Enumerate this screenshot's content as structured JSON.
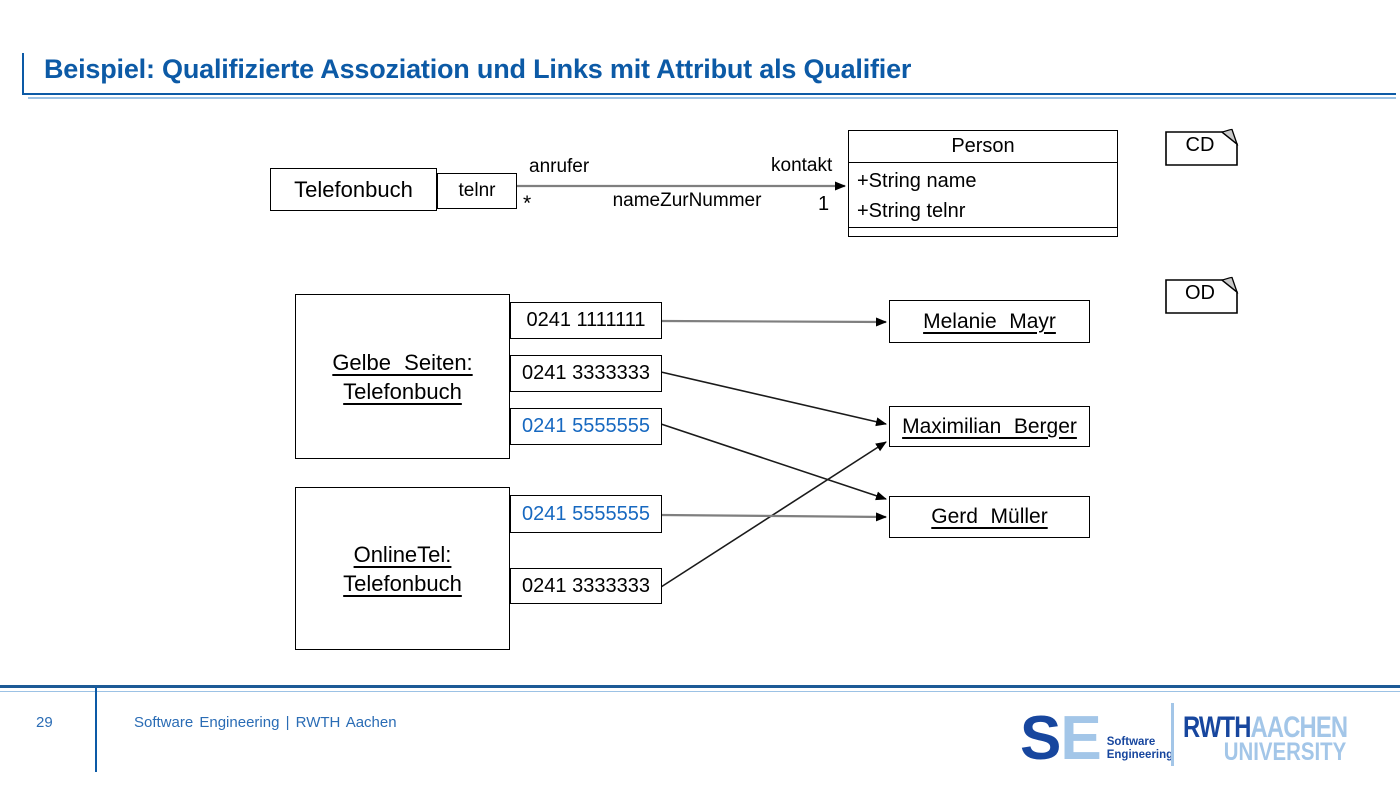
{
  "slide": {
    "title": "Beispiel: Qualifizierte Assoziation und Links mit Attribut als Qualifier",
    "page_number": "29",
    "footer": "Software Engineering | RWTH Aachen"
  },
  "tags": {
    "class_diagram": "CD",
    "object_diagram": "OD"
  },
  "class_diagram": {
    "class_left": "Telefonbuch",
    "qualifier": "telnr",
    "role_left": "anrufer",
    "role_right": "kontakt",
    "association_name": "nameZurNummer",
    "multiplicity_left": "*",
    "multiplicity_right": "1",
    "class_right": {
      "name": "Person",
      "attributes": [
        "+String name",
        "+String telnr"
      ]
    }
  },
  "object_diagram": {
    "phonebooks": [
      {
        "name": "Gelbe Seiten:",
        "type": "Telefonbuch",
        "qualifiers": [
          {
            "value": "0241 1111111",
            "highlighted": false
          },
          {
            "value": "0241 3333333",
            "highlighted": false
          },
          {
            "value": "0241 5555555",
            "highlighted": true
          }
        ]
      },
      {
        "name": "OnlineTel:",
        "type": "Telefonbuch",
        "qualifiers": [
          {
            "value": "0241 5555555",
            "highlighted": true
          },
          {
            "value": "0241 3333333",
            "highlighted": false
          }
        ]
      }
    ],
    "persons": [
      {
        "name": "Melanie Mayr"
      },
      {
        "name": "Maximilian Berger"
      },
      {
        "name": "Gerd Müller"
      }
    ],
    "links": [
      {
        "from": "Gelbe Seiten 0241 1111111",
        "to": "Melanie Mayr"
      },
      {
        "from": "Gelbe Seiten 0241 3333333",
        "to": "Maximilian Berger"
      },
      {
        "from": "Gelbe Seiten 0241 5555555",
        "to": "Gerd Müller"
      },
      {
        "from": "OnlineTel 0241 5555555",
        "to": "Gerd Müller"
      },
      {
        "from": "OnlineTel 0241 3333333",
        "to": "Maximilian Berger"
      }
    ]
  },
  "logos": {
    "se": {
      "letter_s": "S",
      "letter_e": "E",
      "caption_line1": "Software",
      "caption_line2": "Engineering"
    },
    "rwth": {
      "word1": "RWTH",
      "word2": "AACHEN",
      "word3": "UNIVERSITY"
    }
  },
  "colors": {
    "title_blue": "#0c5aa6",
    "footer_blue": "#2a6cb5",
    "rule_dark": "#1c5a96",
    "rule_light": "#9cc2e5",
    "num_blue": "#1668c0",
    "logo_dark": "#17469e",
    "logo_light": "#a3c6e8",
    "line_gray": "#7f7f7f"
  }
}
